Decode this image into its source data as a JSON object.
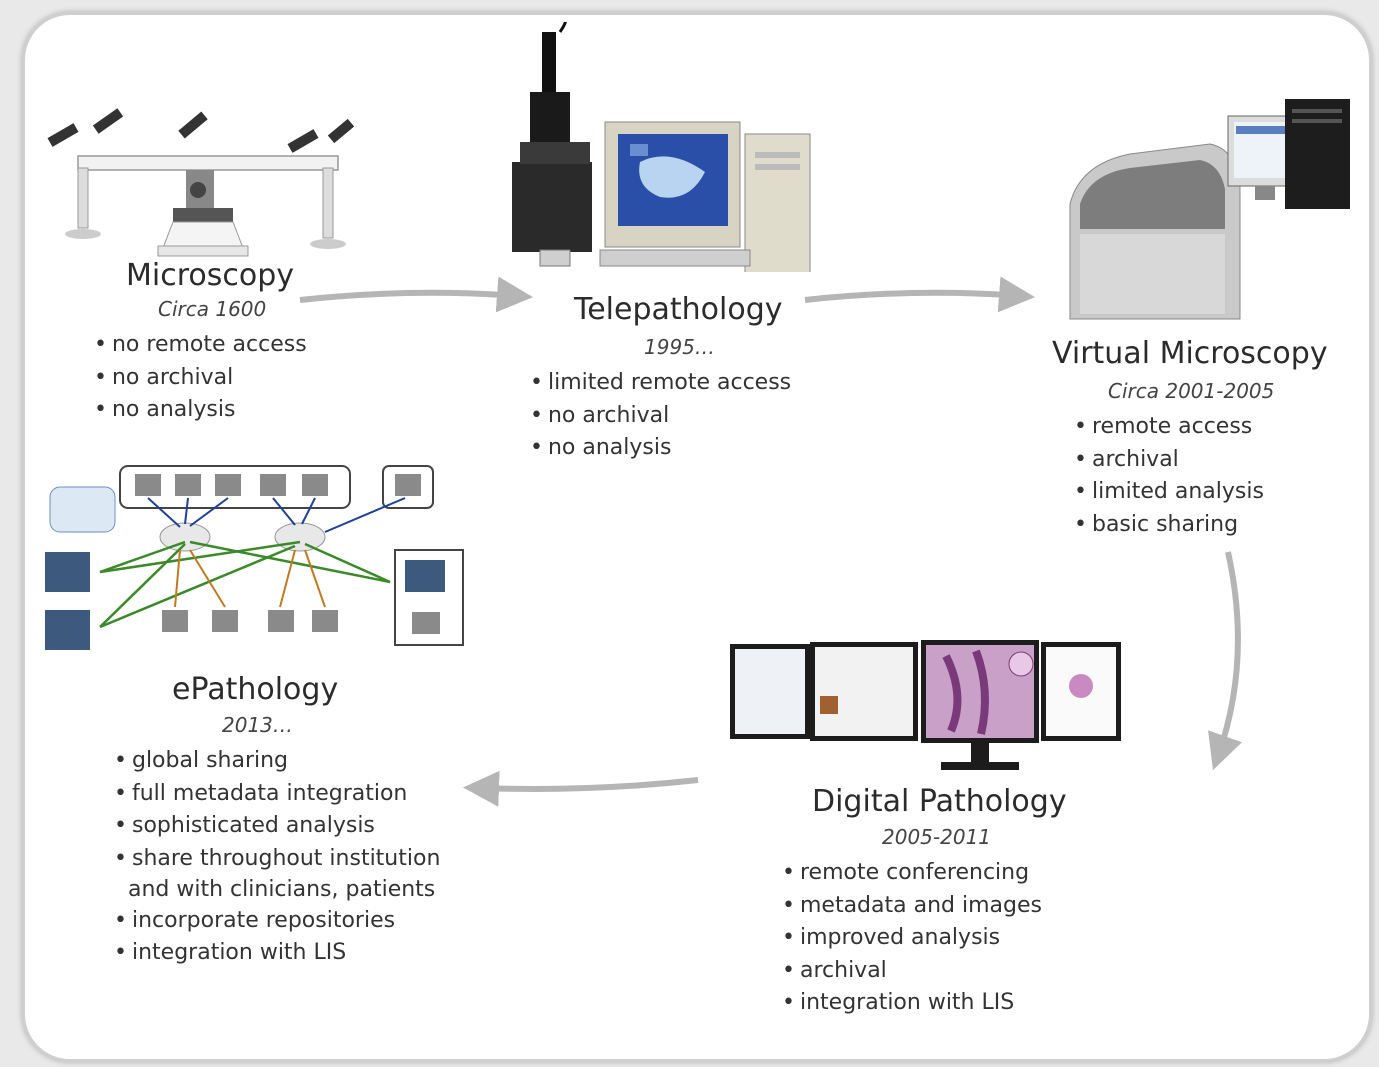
{
  "stages": {
    "microscopy": {
      "title": "Microscopy",
      "era": "Circa 1600",
      "bullets": [
        "no remote access",
        "no archival",
        "no analysis"
      ]
    },
    "telepathology": {
      "title": "Telepathology",
      "era": "1995…",
      "bullets": [
        "limited remote access",
        "no archival",
        "no analysis"
      ]
    },
    "virtual_microscopy": {
      "title": "Virtual Microscopy",
      "era": "Circa 2001-2005",
      "bullets": [
        "remote access",
        "archival",
        "limited analysis",
        "basic sharing"
      ]
    },
    "digital_pathology": {
      "title": "Digital Pathology",
      "era": "2005-2011",
      "bullets": [
        "remote conferencing",
        "metadata and images",
        "improved analysis",
        "archival",
        "integration with LIS"
      ]
    },
    "epathology": {
      "title": "ePathology",
      "era": "2013…",
      "bullets": [
        "global sharing",
        "full metadata integration",
        "sophisticated analysis",
        "share throughout institution and with clinicians, patients",
        "incorporate repositories",
        "integration with LIS"
      ]
    }
  },
  "colors": {
    "arrow": "#b5b5b5",
    "text": "#2b2b2b",
    "network_green": "#3a8a2a",
    "network_blue": "#1f3f9a",
    "network_orange": "#c07a20"
  }
}
